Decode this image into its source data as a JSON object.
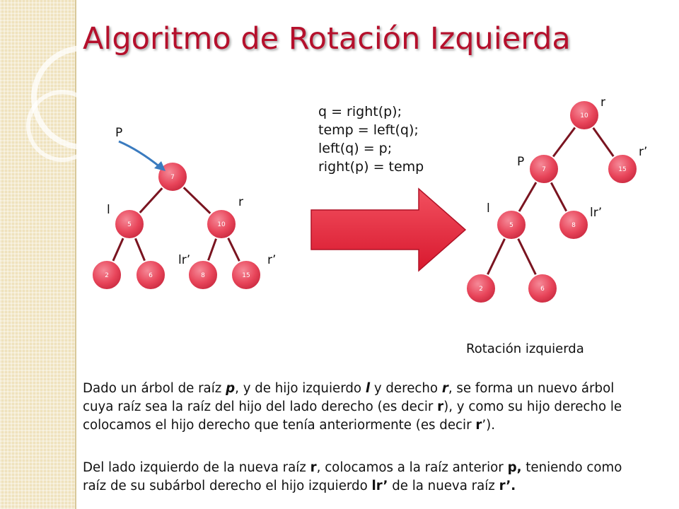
{
  "title": "Algoritmo de Rotación Izquierda",
  "code_lines": [
    "q = right(p);",
    "temp = left(q);",
    "left(q) = p;",
    "right(p) = temp"
  ],
  "caption": "Rotación izquierda",
  "colors": {
    "title": "#b5102c",
    "node_fill": "#e8455a",
    "edge": "#7a1420",
    "arrow": "#e8243c",
    "pointer": "#3a7bbf",
    "strip": "#efe2bd"
  },
  "tree_before": {
    "nodes": [
      "7",
      "5",
      "10",
      "2",
      "6",
      "8",
      "15"
    ],
    "labels": {
      "p": "P",
      "l": "l",
      "r": "r",
      "lr": "lr’",
      "rr": "r’"
    }
  },
  "tree_after": {
    "nodes": [
      "10",
      "7",
      "15",
      "5",
      "8",
      "2",
      "6"
    ],
    "labels": {
      "r": "r",
      "p": "P",
      "rr": "r’",
      "l": "l",
      "lr": "lr’"
    }
  },
  "paragraph1": [
    {
      "t": "Dado un árbol de raíz "
    },
    {
      "t": "p",
      "s": "bi"
    },
    {
      "t": ", y de hijo izquierdo "
    },
    {
      "t": "l",
      "s": "bi"
    },
    {
      "t": " y derecho "
    },
    {
      "t": "r",
      "s": "bi"
    },
    {
      "t": ", se forma un nuevo árbol  cuya raíz sea la raíz del hijo del lado derecho (es decir "
    },
    {
      "t": "r",
      "s": "b"
    },
    {
      "t": "),  y como su hijo derecho le colocamos el hijo derecho que tenía anteriormente (es decir "
    },
    {
      "t": "r",
      "s": "b"
    },
    {
      "t": "’)."
    }
  ],
  "paragraph2": [
    {
      "t": "Del lado izquierdo de la nueva raíz "
    },
    {
      "t": "r",
      "s": "b"
    },
    {
      "t": ", colocamos a la raíz anterior "
    },
    {
      "t": "p,",
      "s": "b"
    },
    {
      "t": "  teniendo como raíz de su subárbol derecho el hijo izquierdo "
    },
    {
      "t": "lr’",
      "s": "b"
    },
    {
      "t": " de la nueva raíz "
    },
    {
      "t": "r’.",
      "s": "b"
    }
  ]
}
